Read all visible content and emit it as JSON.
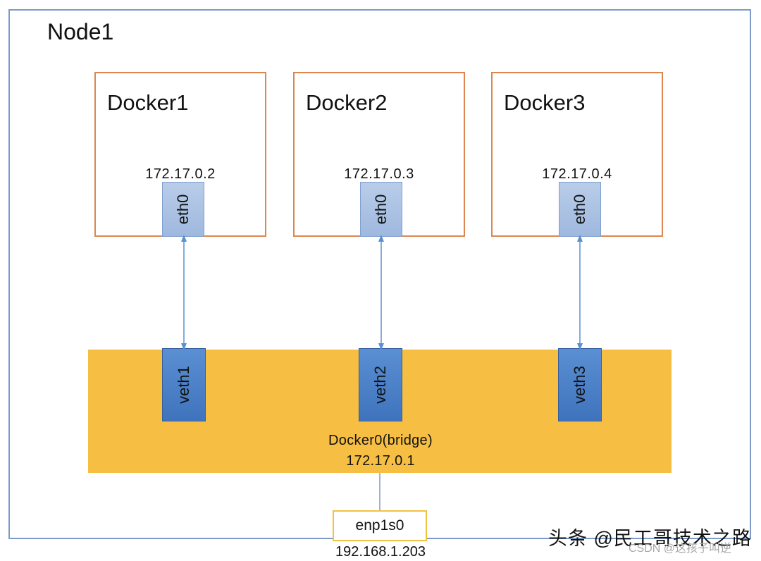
{
  "node": {
    "title": "Node1"
  },
  "dockers": [
    {
      "title": "Docker1",
      "ip": "172.17.0.2",
      "iface": "eth0"
    },
    {
      "title": "Docker2",
      "ip": "172.17.0.3",
      "iface": "eth0"
    },
    {
      "title": "Docker3",
      "ip": "172.17.0.4",
      "iface": "eth0"
    }
  ],
  "bridge": {
    "name": "Docker0(bridge)",
    "ip": "172.17.0.1",
    "veths": [
      "veth1",
      "veth2",
      "veth3"
    ]
  },
  "host_nic": {
    "name": "enp1s0",
    "ip": "192.168.1.203"
  },
  "watermark": {
    "main": "头条 @民工哥技术之路",
    "sub": "CSDN @这孩子叫逆"
  },
  "colors": {
    "node_border": "#7c9bc9",
    "docker_border": "#dd8650",
    "bridge_fill": "#f6bf44",
    "eth_fill": "#b3c7e7",
    "veth_fill": "#4a80c8",
    "link": "#5b8fd0"
  }
}
